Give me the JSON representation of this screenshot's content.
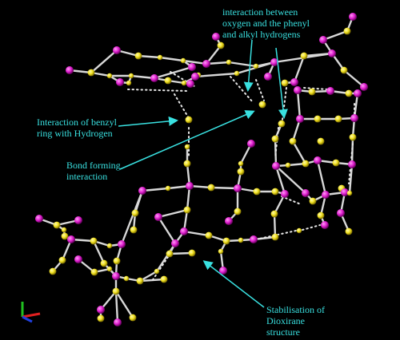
{
  "annotations": {
    "interaction_oxygen": "interaction between\noxygen and the phenyl\nand alkyl hydrogens",
    "benzyl_ring": "Interaction of benzyl\nring with Hydrogen",
    "bond_forming": "Bond forming\ninteraction",
    "dioxirane": "Stabilisation of\nDioxirane\nstructure"
  },
  "colors": {
    "background": "#000000",
    "annotation": "#39e0e0",
    "bond": "#d8d8d8",
    "atom_magenta": "#e020d0",
    "atom_yellow": "#f0e020",
    "dotted_interaction": "#e8e8e8",
    "axis_x": "#e02020",
    "axis_y": "#20c020",
    "axis_z": "#2040e0"
  }
}
